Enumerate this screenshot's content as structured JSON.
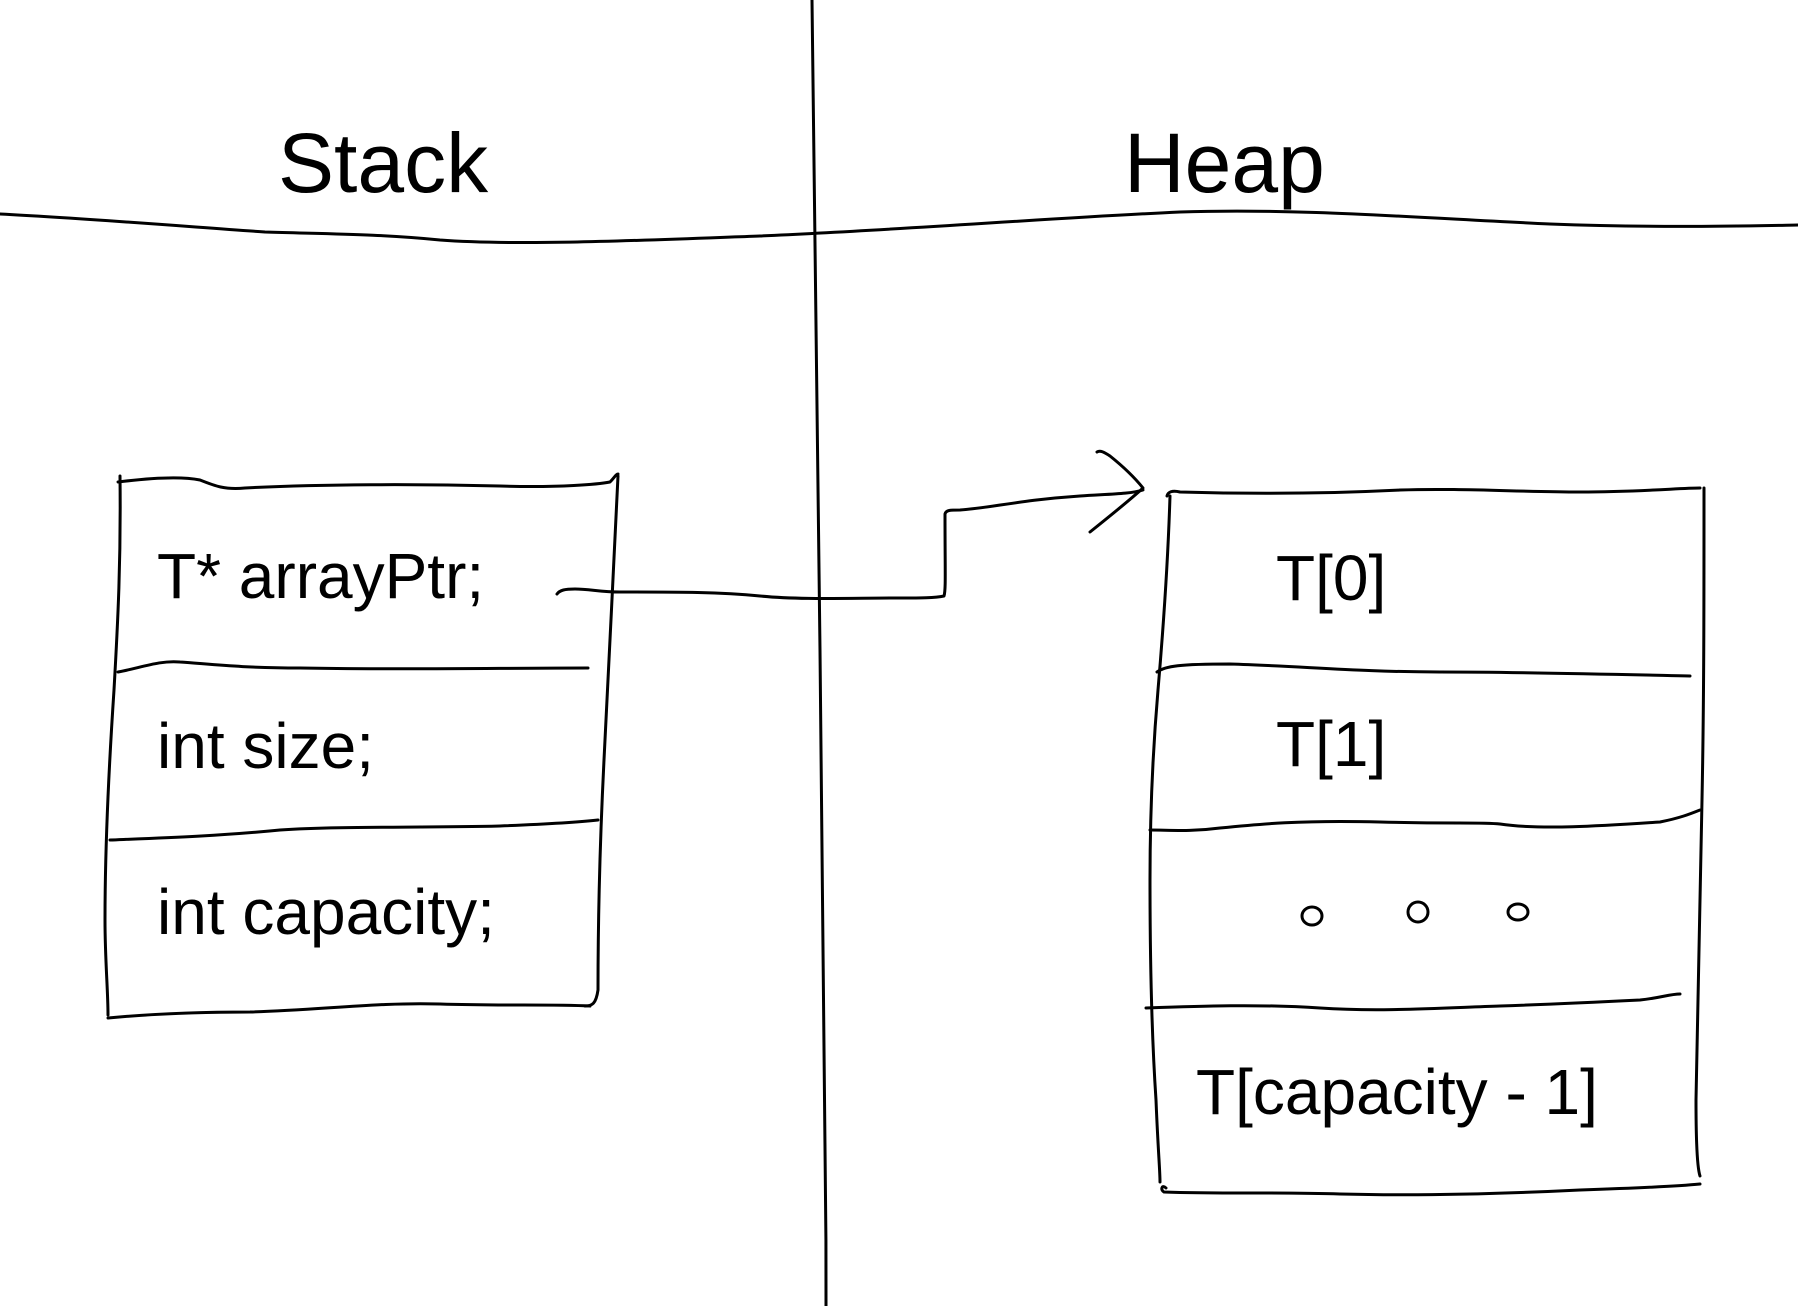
{
  "diagram": {
    "title_left": "Stack",
    "title_right": "Heap",
    "stack_fields": [
      "T* arrayPtr;",
      "int size;",
      "int capacity;"
    ],
    "heap_cells": [
      "T[0]",
      "T[1]",
      "• • •",
      "T[capacity - 1]"
    ],
    "pointer": {
      "from": "T* arrayPtr;",
      "to": "T[0]"
    },
    "colors": {
      "ink": "#000000",
      "background": "#ffffff"
    }
  }
}
